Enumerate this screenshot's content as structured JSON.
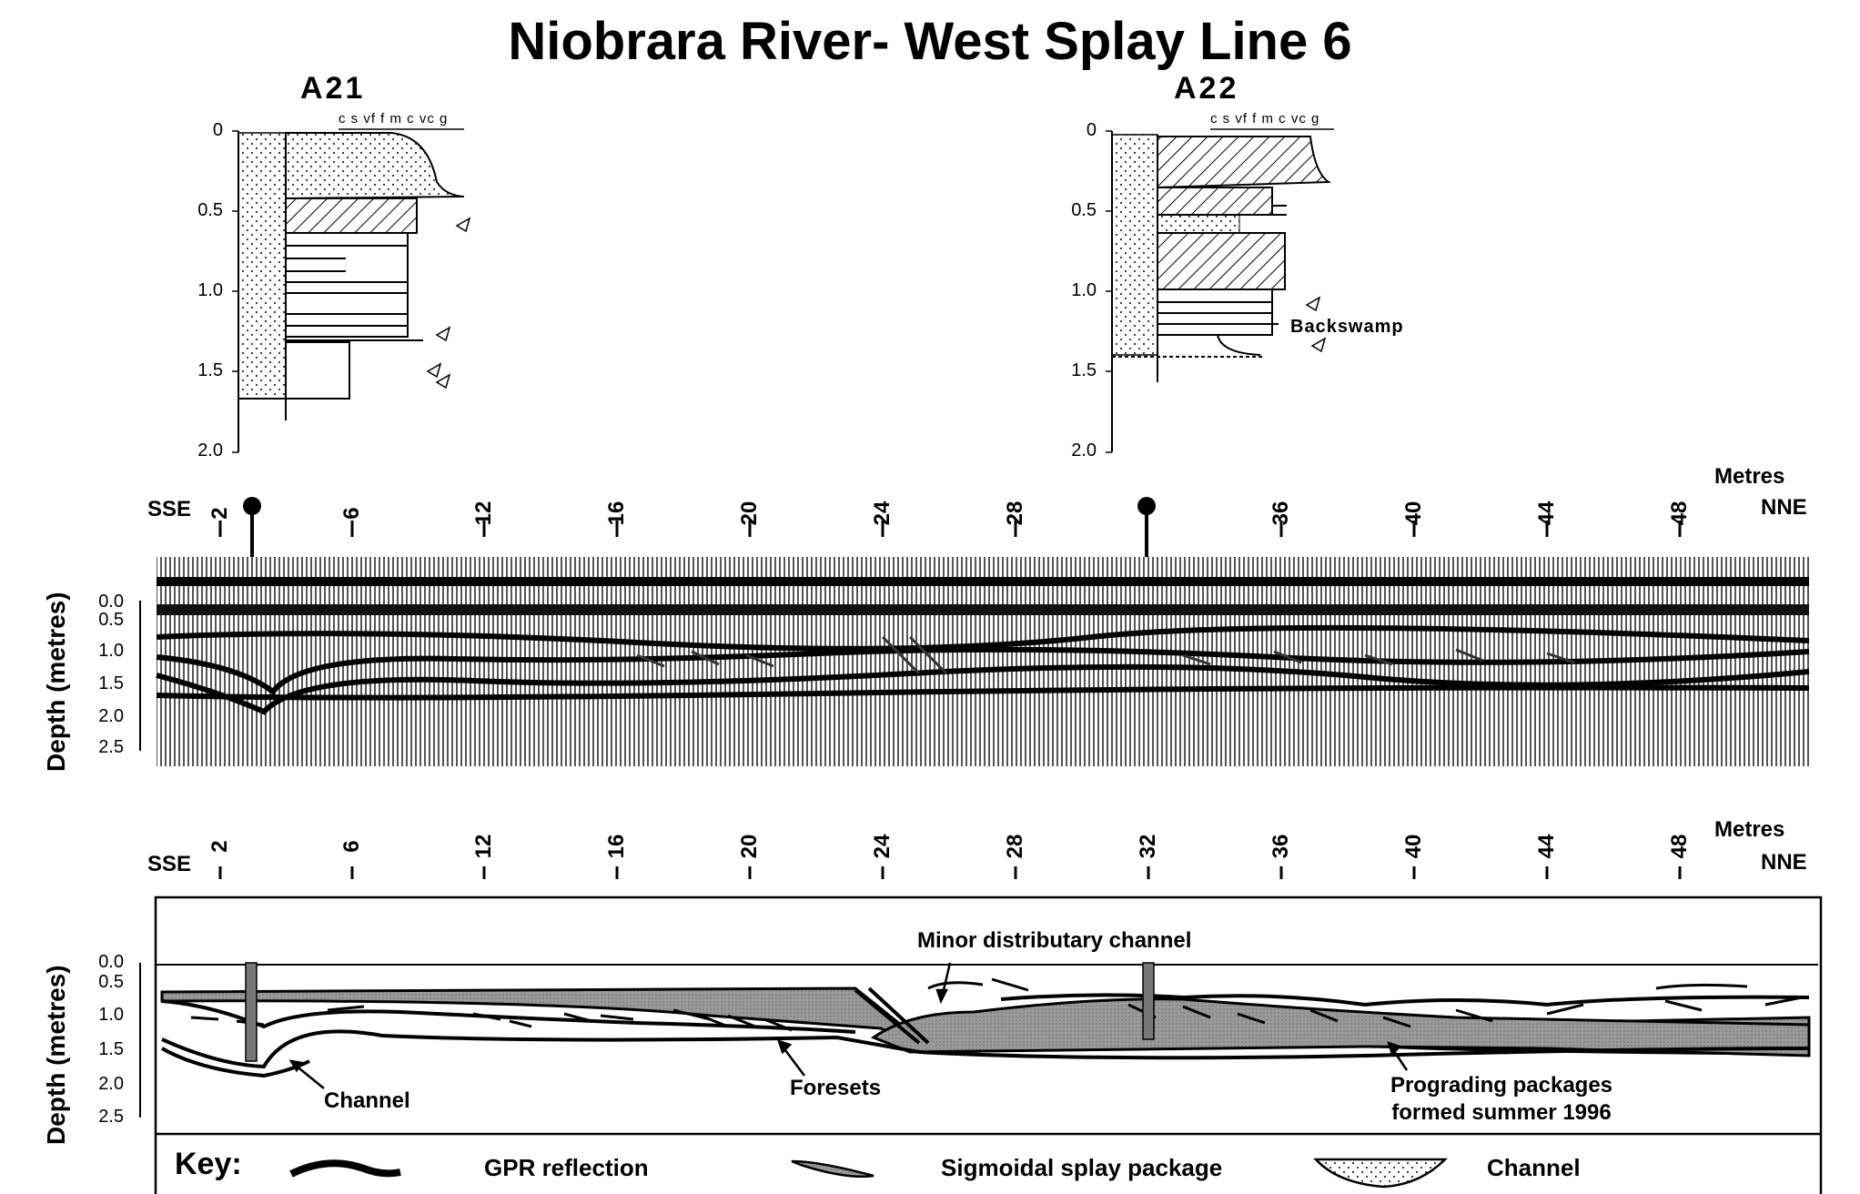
{
  "title": "Niobrara River- West Splay Line 6",
  "logs": [
    {
      "name": "A21",
      "grain_scale": "c s vf f m c vc g",
      "depths": [
        "0",
        "0.5",
        "1.0",
        "1.5",
        "2.0"
      ]
    },
    {
      "name": "A22",
      "grain_scale": "c s vf f m c vc g",
      "depths": [
        "0",
        "0.5",
        "1.0",
        "1.5",
        "2.0"
      ],
      "annotation": "Backswamp"
    }
  ],
  "profile_axis": {
    "unit_label": "Metres",
    "left_dir": "SSE",
    "right_dir": "NNE",
    "ticks_top": [
      "2",
      "6",
      "12",
      "16",
      "20",
      "24",
      "28",
      "36",
      "40",
      "44",
      "48"
    ],
    "ticks_bottom": [
      "2",
      "6",
      "12",
      "16",
      "20",
      "24",
      "28",
      "32",
      "36",
      "40",
      "44",
      "48"
    ]
  },
  "depth_axis": {
    "label": "Depth (metres)",
    "ticks": [
      "0.0",
      "0.5",
      "1.0",
      "1.5",
      "2.0",
      "2.5"
    ]
  },
  "annotations": {
    "minor_channel": "Minor distributary channel",
    "channel": "Channel",
    "foresets": "Foresets",
    "prograding": "Prograding packages",
    "prograding_2": "formed summer 1996"
  },
  "key": {
    "title": "Key:",
    "items": [
      "GPR reflection",
      "Sigmoidal splay package",
      "Channel"
    ]
  },
  "colors": {
    "splay_fill": "#9a9a9a",
    "ink": "#000000"
  }
}
